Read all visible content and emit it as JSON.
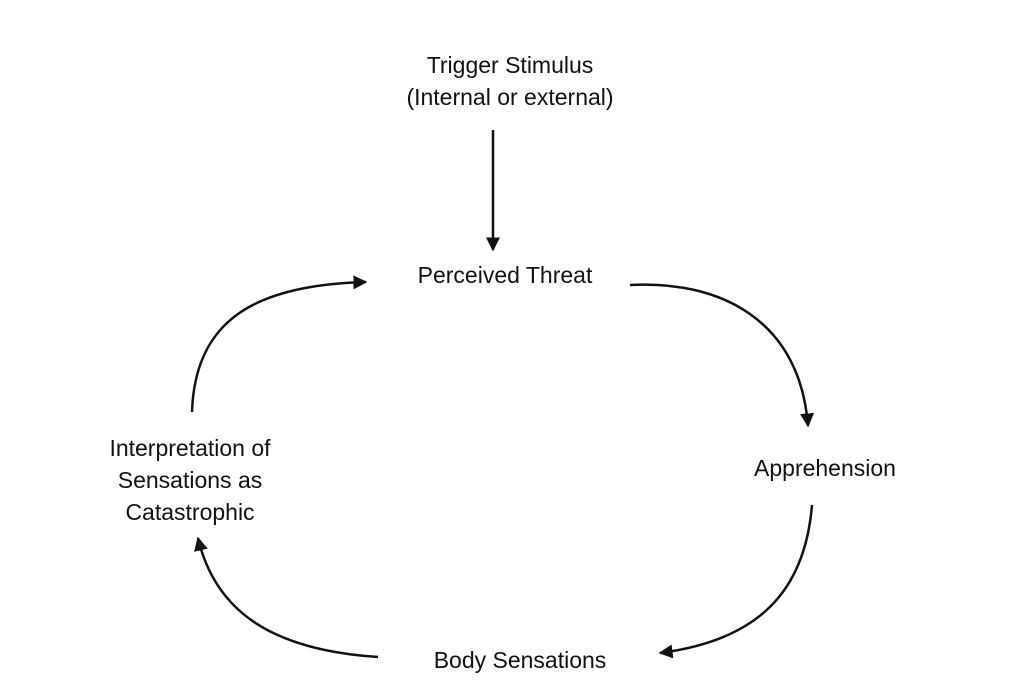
{
  "nodes": {
    "trigger": {
      "line1": "Trigger Stimulus",
      "line2": "(Internal or external)"
    },
    "threat": {
      "label": "Perceived Threat"
    },
    "apprehension": {
      "label": "Apprehension"
    },
    "body": {
      "label": "Body Sensations"
    },
    "interpretation": {
      "line1": "Interpretation of",
      "line2": "Sensations as",
      "line3": "Catastrophic"
    }
  },
  "colors": {
    "ink": "#111111",
    "background": "#ffffff"
  }
}
